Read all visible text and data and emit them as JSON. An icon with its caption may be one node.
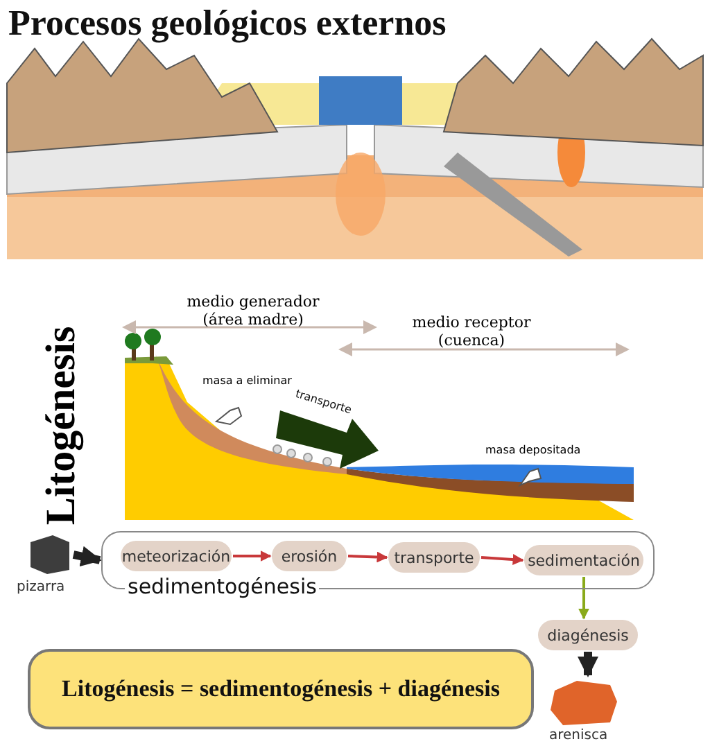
{
  "diagram": {
    "title": "Procesos geológicos externos",
    "nodes": [
      {
        "text": [],
        "shape": "picture",
        "beside": [
          "pizarra"
        ]
      },
      {
        "text": [
          "sedimentogénesis"
        ]
      },
      {
        "text": [
          "meteorización"
        ],
        "in": 1
      },
      {
        "text": [
          "erosión"
        ],
        "in": 1
      },
      {
        "text": [
          "transporte"
        ],
        "in": 1
      },
      {
        "text": [
          "sedimentación"
        ],
        "in": 1
      },
      {
        "text": [
          "diagénesis"
        ]
      },
      {
        "text": [],
        "shape": "picture",
        "beside": [
          "arenisca"
        ]
      },
      {
        "text": [
          "Litogénesis = sedimentogénesis + diagénesis"
        ]
      }
    ],
    "edges": [
      {
        "from": 0,
        "to": 1,
        "arrow": "to",
        "style": "thick",
        "color": "#222222"
      },
      {
        "from": 2,
        "to": 3,
        "arrow": "to"
      },
      {
        "from": 3,
        "to": 4,
        "arrow": "to"
      },
      {
        "from": 4,
        "to": 5,
        "arrow": "to"
      },
      {
        "from": 5,
        "to": 6,
        "arrow": "to",
        "color": "#8aaa1a"
      },
      {
        "from": 6,
        "to": 7,
        "arrow": "to",
        "style": "thick",
        "color": "#222222"
      }
    ],
    "labels": [
      "Litogénesis",
      "medio generador (área madre)",
      "medio receptor (cuenca)",
      "masa a eliminar",
      "transporte",
      "masa depositada"
    ]
  }
}
